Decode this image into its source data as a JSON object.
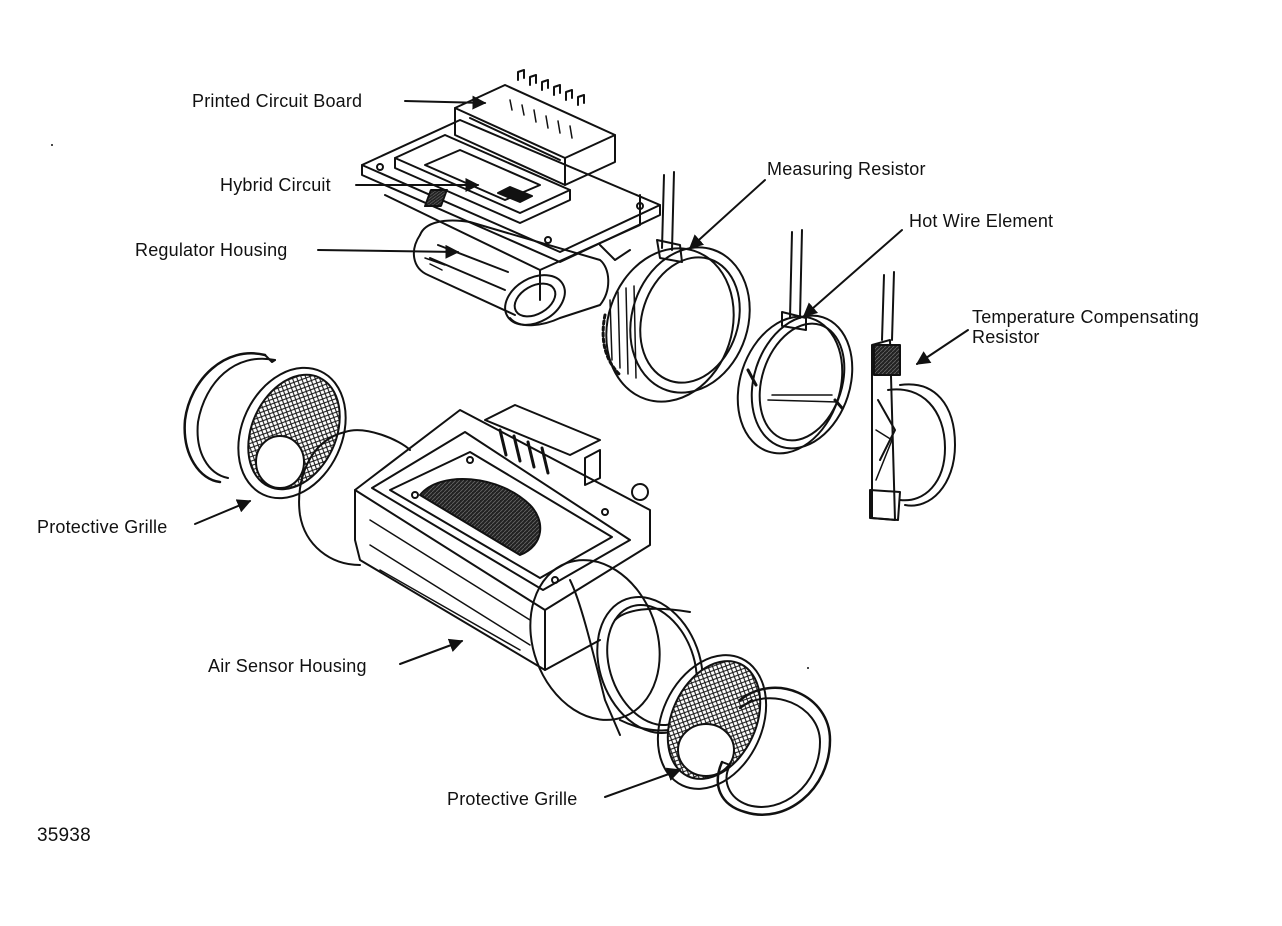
{
  "labels": {
    "printed_circuit_board": "Printed Circuit Board",
    "hybrid_circuit": "Hybrid Circuit",
    "regulator_housing": "Regulator Housing",
    "measuring_resistor": "Measuring Resistor",
    "hot_wire_element": "Hot Wire Element",
    "temp_comp_line1": "Temperature Compensating",
    "temp_comp_line2": "Resistor",
    "protective_grille_left": "Protective Grille",
    "air_sensor_housing": "Air Sensor Housing",
    "protective_grille_bottom": "Protective Grille"
  },
  "figure_number": "35938",
  "colors": {
    "ink": "#111111",
    "paper": "#ffffff"
  }
}
